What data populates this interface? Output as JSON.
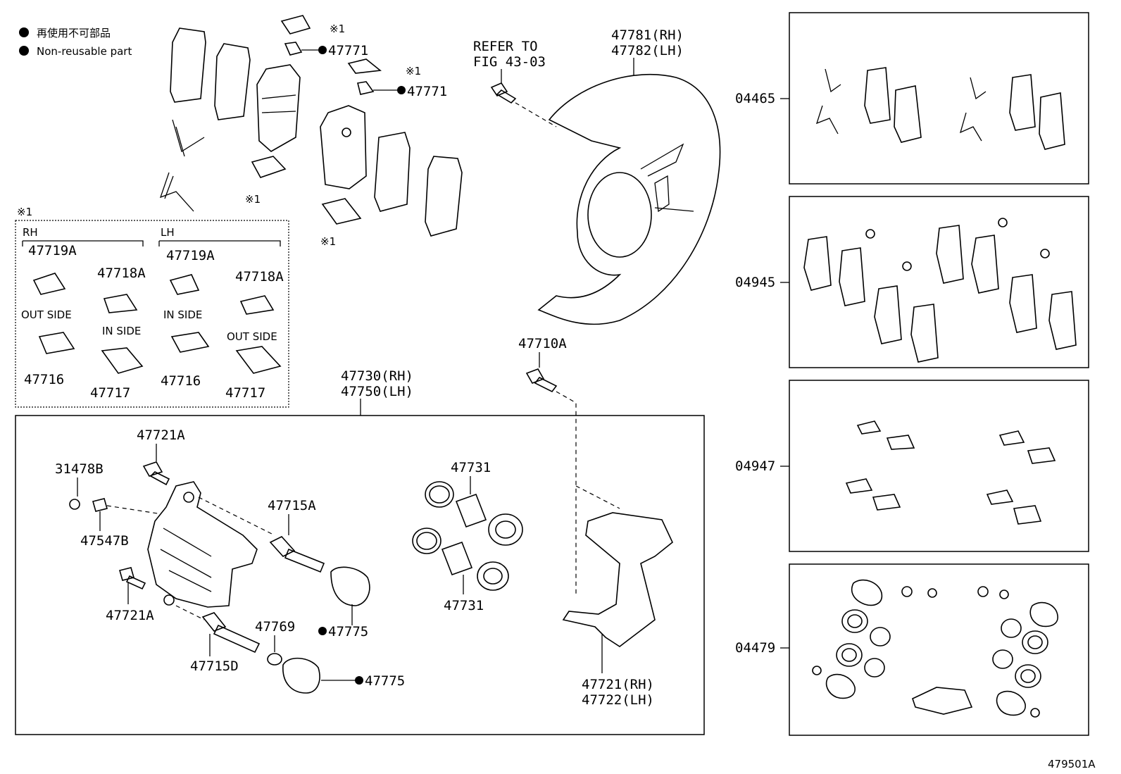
{
  "legend": {
    "jp": "再使用不可部品",
    "en": "Non-reusable part"
  },
  "note_mark": "※1",
  "refer": {
    "line1": "REFER TO",
    "line2": "FIG 43-03"
  },
  "labels": {
    "p47781": "47781(RH)",
    "p47782": "47782(LH)",
    "p47771a": "47771",
    "p47771b": "47771",
    "p47710A": "47710A",
    "p47730": "47730(RH)",
    "p47750": "47750(LH)",
    "p47721A_top": "47721A",
    "p31478B": "31478B",
    "p47547B": "47547B",
    "p47715A": "47715A",
    "p47721A_bot": "47721A",
    "p47715D": "47715D",
    "p47769": "47769",
    "p47775a": "47775",
    "p47775b": "47775",
    "p47731a": "47731",
    "p47731b": "47731",
    "p47721": "47721(RH)",
    "p47722": "47722(LH)"
  },
  "inset": {
    "rh": "RH",
    "lh": "LH",
    "rh_47719A": "47719A",
    "rh_47718A": "47718A",
    "rh_out": "OUT SIDE",
    "rh_in": "IN SIDE",
    "rh_47716": "47716",
    "rh_47717": "47717",
    "lh_47719A": "47719A",
    "lh_47718A": "47718A",
    "lh_in": "IN SIDE",
    "lh_out": "OUT SIDE",
    "lh_47716": "47716",
    "lh_47717": "47717"
  },
  "kits": [
    {
      "code": "04465"
    },
    {
      "code": "04945"
    },
    {
      "code": "04947"
    },
    {
      "code": "04479"
    }
  ],
  "figure_id": "479501A"
}
